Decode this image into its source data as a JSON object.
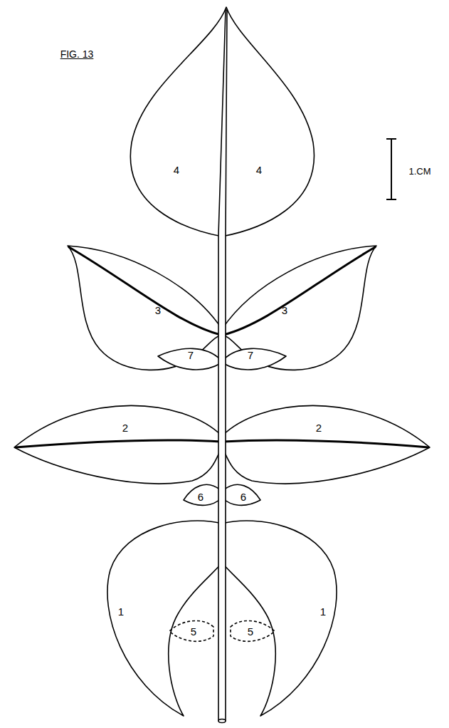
{
  "diagram": {
    "labels": [
      "FIG. 13",
      "1.CM",
      "4",
      "4",
      "3",
      "3",
      "7",
      "7",
      "2",
      "2",
      "6",
      "6",
      "1",
      "1",
      "5",
      "5"
    ]
  }
}
